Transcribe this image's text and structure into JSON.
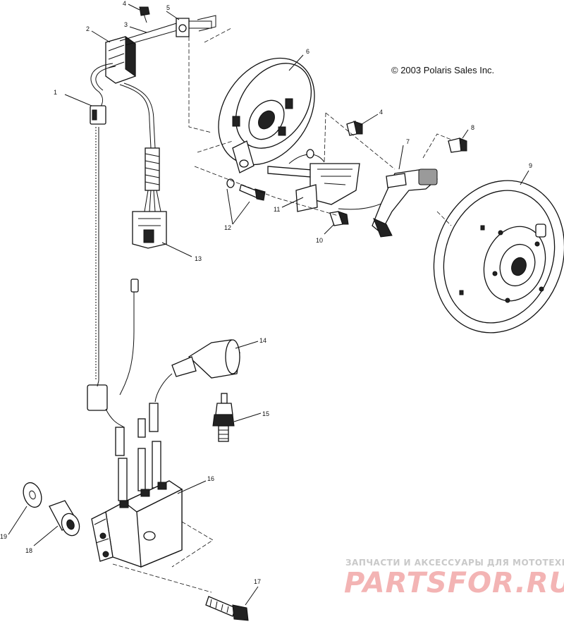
{
  "copyright": "© 2003 Polaris Sales Inc.",
  "callouts": [
    "1",
    "2",
    "3",
    "4",
    "4",
    "5",
    "6",
    "7",
    "8",
    "9",
    "10",
    "11",
    "12",
    "13",
    "14",
    "15",
    "16",
    "17",
    "18",
    "19"
  ],
  "watermark": {
    "tagline": "ЗАПЧАСТИ И АКСЕССУАРЫ ДЛЯ МОТОТЕХНИКИ",
    "logo": "PARTSFOR.RU"
  }
}
